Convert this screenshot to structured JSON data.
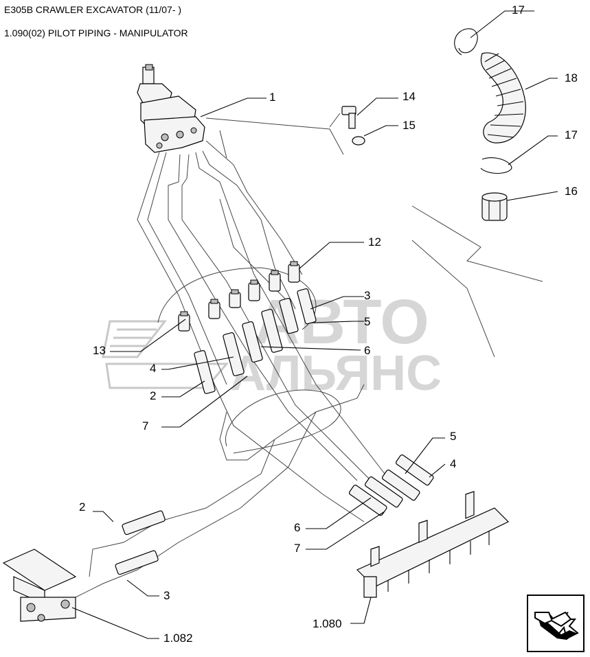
{
  "header": {
    "title": "E305B CRAWLER EXCAVATOR (11/07- )",
    "subtitle": "1.090(02) PILOT PIPING - MANIPULATOR"
  },
  "watermark": {
    "line1": "АВТО",
    "line2": "АЛЬЯНС"
  },
  "callouts": {
    "c17a": "17",
    "c18": "18",
    "c1": "1",
    "c14": "14",
    "c15": "15",
    "c17b": "17",
    "c16": "16",
    "c12": "12",
    "c3a": "3",
    "c5a": "5",
    "c13": "13",
    "c6a": "6",
    "c4a": "4",
    "c2a": "2",
    "c7a": "7",
    "c5b": "5",
    "c4b": "4",
    "c2b": "2",
    "c6b": "6",
    "c7b": "7",
    "c3b": "3",
    "c1080": "1.080",
    "c1082": "1.082"
  },
  "nav": {
    "icon": "next-page-arrow-icon"
  }
}
